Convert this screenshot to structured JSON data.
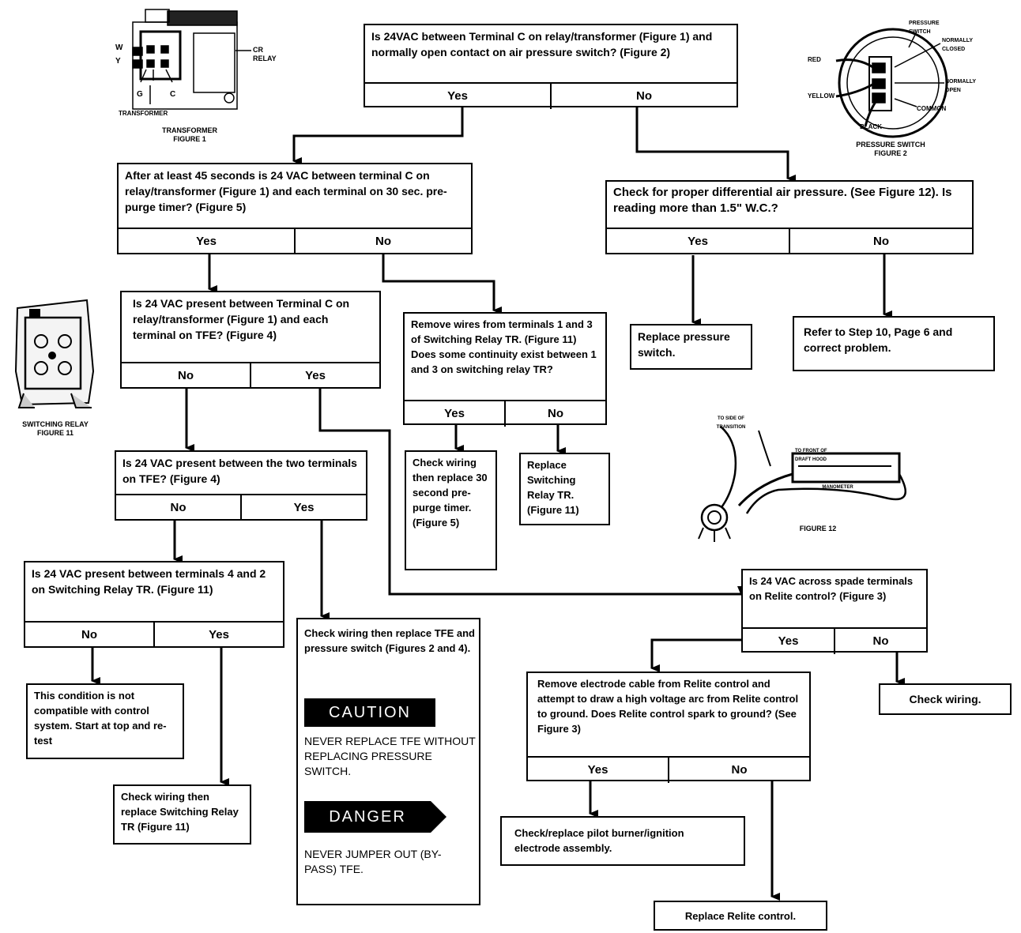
{
  "q1": {
    "text": "Is 24VAC between Terminal C on relay/transformer (Figure 1) and normally open contact on air pressure switch? (Figure 2)",
    "yes": "Yes",
    "no": "No"
  },
  "q2": {
    "text": "After at least 45 seconds is 24 VAC between terminal C on relay/transformer (Figure 1) and each terminal on 30 sec. pre-purge timer? (Figure 5)",
    "yes": "Yes",
    "no": "No"
  },
  "q3": {
    "text": "Check for proper differential air pressure. (See Figure 12). Is reading more than 1.5\" W.C.?",
    "yes": "Yes",
    "no": "No"
  },
  "q4": {
    "text": "Is 24 VAC present between Terminal C on relay/transformer (Figure 1) and each terminal on TFE? (Figure 4)",
    "no": "No",
    "yes": "Yes"
  },
  "q5": {
    "text": "Remove wires from terminals 1 and 3 of Switching Relay TR. (Figure 11) Does some continuity exist between 1 and 3 on switching relay TR?",
    "yes": "Yes",
    "no": "No"
  },
  "q6": {
    "text": "Is 24 VAC present between the two terminals on TFE? (Figure 4)",
    "no": "No",
    "yes": "Yes"
  },
  "q7": {
    "text": "Is 24 VAC present between terminals 4 and 2 on Switching Relay TR. (Figure 11)",
    "no": "No",
    "yes": "Yes"
  },
  "q8": {
    "text": "Is 24 VAC across spade terminals on Relite control? (Figure 3)",
    "yes": "Yes",
    "no": "No"
  },
  "q9": {
    "text": "Remove electrode cable from Relite control and attempt to draw a high voltage arc from Relite control to ground. Does Relite control spark to ground? (See Figure 3)",
    "yes": "Yes",
    "no": "No"
  },
  "actions": {
    "replace_pressure_switch": "Replace pressure switch.",
    "refer_step10": "Refer to Step 10, Page 6 and correct problem.",
    "replace_timer": "Check wiring then replace 30 second pre-purge timer. (Figure 5)",
    "replace_switching_relay": "Replace Switching Relay TR. (Figure 11)",
    "not_compatible": "This condition is not compatible with control system. Start at top and re-test",
    "check_wiring_relay": "Check wiring then replace Switching Relay TR (Figure 11)",
    "check_wiring_tfe": "Check wiring then replace TFE and pressure switch (Figures 2 and 4).",
    "caution_label": "CAUTION",
    "caution_text": "NEVER REPLACE TFE WITHOUT REPLACING PRESSURE SWITCH.",
    "danger_label": "DANGER",
    "danger_text": "NEVER JUMPER OUT (BY-PASS) TFE.",
    "check_wiring": "Check wiring.",
    "check_pilot": "Check/replace pilot burner/ignition electrode assembly.",
    "replace_relite": "Replace Relite control."
  },
  "figures": {
    "fig1_label_1": "TRANSFORMER",
    "fig1_label_2": "FIGURE 1",
    "fig1_transformer": "TRANSFORMER",
    "fig1_cr": "CR",
    "fig1_relay": "RELAY",
    "fig1_w": "W",
    "fig1_y": "Y",
    "fig1_g": "G",
    "fig1_c": "C",
    "fig2_label_1": "PRESSURE SWITCH",
    "fig2_label_2": "FIGURE 2",
    "fig2_red": "RED",
    "fig2_yellow": "YELLOW",
    "fig2_black": "BLACK",
    "fig2_common": "COMMON",
    "fig2_nc": "NORMALLY CLOSED",
    "fig2_no": "NORMALLY OPEN",
    "fig2_ps": "PRESSURE SWITCH",
    "fig11_label_1": "SWITCHING RELAY",
    "fig11_label_2": "FIGURE 11",
    "fig12_label": "FIGURE 12",
    "fig12_side": "TO SIDE OF TRANSITION",
    "fig12_front": "TO FRONT OF DRAFT HOOD",
    "fig12_mano": "MANOMETER"
  }
}
